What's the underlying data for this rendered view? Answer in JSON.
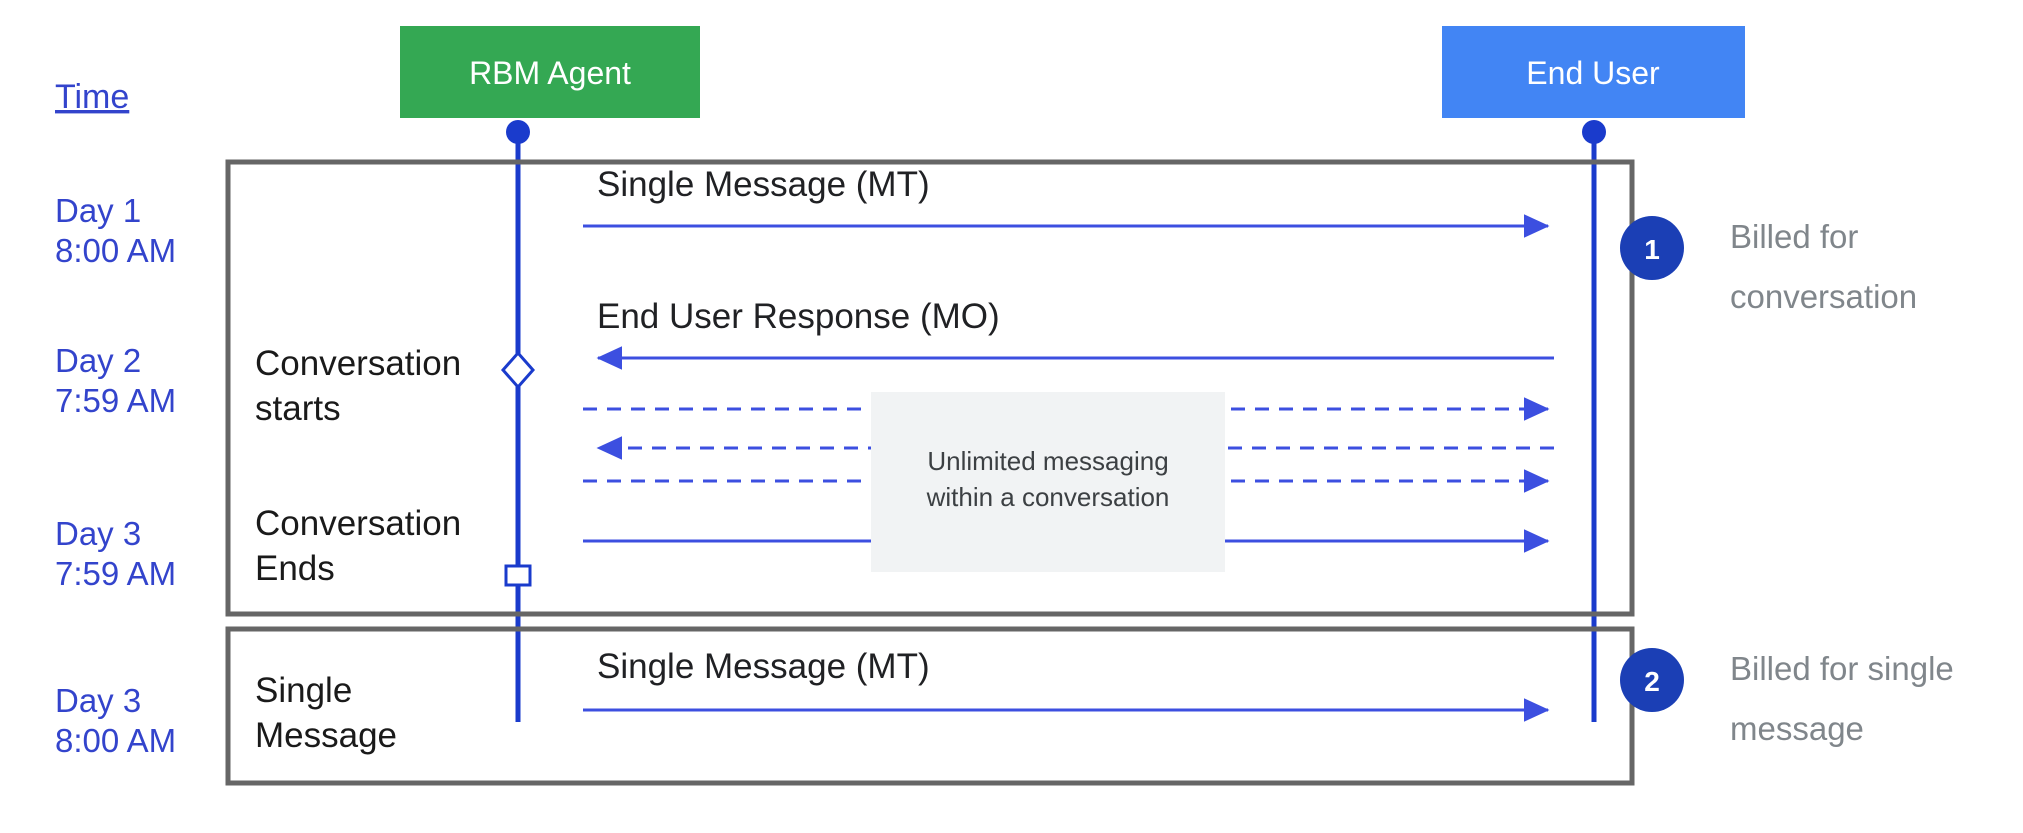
{
  "diagram": {
    "title_column_label": "Time",
    "colors": {
      "agent_box": "#34a853",
      "user_box": "#4285f4",
      "lifeline": "#1a3bcc",
      "arrow": "#3c4fe0",
      "outline": "#666666",
      "badge": "#1b3fb5",
      "time_text": "#3344cc",
      "note_bg": "#f1f3f4",
      "billed_text": "#80868b"
    },
    "actors": [
      {
        "name": "rbm-agent",
        "label": "RBM Agent",
        "color": "#34a853"
      },
      {
        "name": "end-user",
        "label": "End User",
        "color": "#4285f4"
      }
    ],
    "time_labels": [
      {
        "day": "Day 1",
        "time": "8:00 AM"
      },
      {
        "day": "Day 2",
        "time": "7:59 AM"
      },
      {
        "day": "Day 3",
        "time": "7:59 AM"
      },
      {
        "day": "Day 3",
        "time": "8:00 AM"
      }
    ],
    "phases": [
      {
        "line1": "Conversation",
        "line2": "starts"
      },
      {
        "line1": "Conversation",
        "line2": "Ends"
      },
      {
        "line1": "Single",
        "line2": "Message"
      }
    ],
    "messages": [
      {
        "label": "Single Message (MT)",
        "direction": "to-user",
        "style": "solid"
      },
      {
        "label": "End User Response (MO)",
        "direction": "to-agent",
        "style": "solid"
      },
      {
        "label": "",
        "direction": "to-user",
        "style": "dashed"
      },
      {
        "label": "",
        "direction": "to-agent",
        "style": "dashed"
      },
      {
        "label": "",
        "direction": "to-user",
        "style": "dashed"
      },
      {
        "label": "",
        "direction": "to-user",
        "style": "solid"
      },
      {
        "label": "Single Message (MT)",
        "direction": "to-user",
        "style": "solid"
      }
    ],
    "note": {
      "line1": "Unlimited messaging",
      "line2": "within a conversation"
    },
    "annotations": [
      {
        "badge": "1",
        "line1": "Billed for",
        "line2": "conversation"
      },
      {
        "badge": "2",
        "line1": "Billed for single",
        "line2": "message"
      }
    ]
  }
}
